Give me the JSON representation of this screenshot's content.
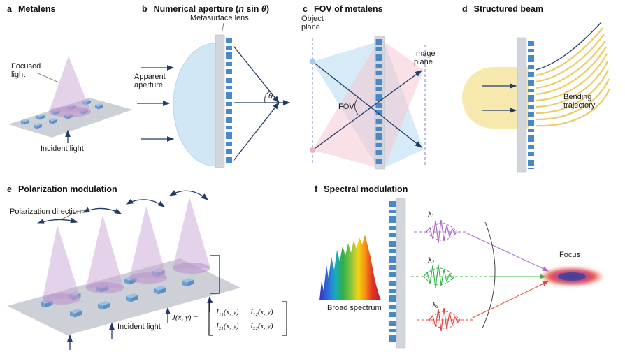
{
  "palette": {
    "meta_atom_blue": "#4a89c8",
    "bar_gray": "#d2d6dc",
    "ray_navy": "#243b66",
    "cone_purple": "#c9a3d6",
    "cone_base_purple": "#b98fcb",
    "sheet_gray": "#cdd1d7",
    "lens_blue": "#cfe6f4",
    "fov_blue": "#aed7ef",
    "fov_pink": "#f6c4cf",
    "dot_blue": "#9fd0ea",
    "dot_pink": "#f3afc0",
    "guide_blue": "#7b86c8",
    "beam_yellow": "#f7e8ae",
    "bend_yellow": "#e6c54d",
    "box_top": "#9cc0e4",
    "box_front": "#6d9ecf",
    "box_side": "#5d8fc0",
    "lambda1_purple": "#a76cc8",
    "lambda2_green": "#3cb54a",
    "lambda3_red": "#e8413c"
  },
  "panels": {
    "a": {
      "letter": "a",
      "title": "Metalens",
      "focused_light": [
        "Focused",
        "light"
      ],
      "incident_light": "Incident light"
    },
    "b": {
      "letter": "b",
      "title_parts": [
        "Numerical aperture (",
        "n",
        " sin ",
        "θ",
        ")"
      ],
      "metasurface_lens": "Metasurface lens",
      "apparent_aperture": [
        "Apparent",
        "aperture"
      ],
      "theta": "θ"
    },
    "c": {
      "letter": "c",
      "title": "FOV of metalens",
      "object_plane": [
        "Object",
        "plane"
      ],
      "image_plane": [
        "Image",
        "plane"
      ],
      "fov": "FOV"
    },
    "d": {
      "letter": "d",
      "title": "Structured beam",
      "bending_trajectory": [
        "Bending",
        "trajectory"
      ]
    },
    "e": {
      "letter": "e",
      "title": "Polarization modulation",
      "polarization_direction": "Polarization direction",
      "incident_light": "Incident light",
      "jones_prefix": "J(x, y) =",
      "matrix": {
        "r1c1": "J₁₁(x, y)",
        "r1c2": "J₁₂(x, y)",
        "r2c1": "J₂₁(x, y)",
        "r2c2": "J₂₂(x, y)"
      }
    },
    "f": {
      "letter": "f",
      "title": "Spectral modulation",
      "broad_spectrum": "Broad spectrum",
      "lambda1": "λ₁",
      "lambda2": "λ₂",
      "lambda3": "λ₃",
      "focus": "Focus"
    }
  }
}
